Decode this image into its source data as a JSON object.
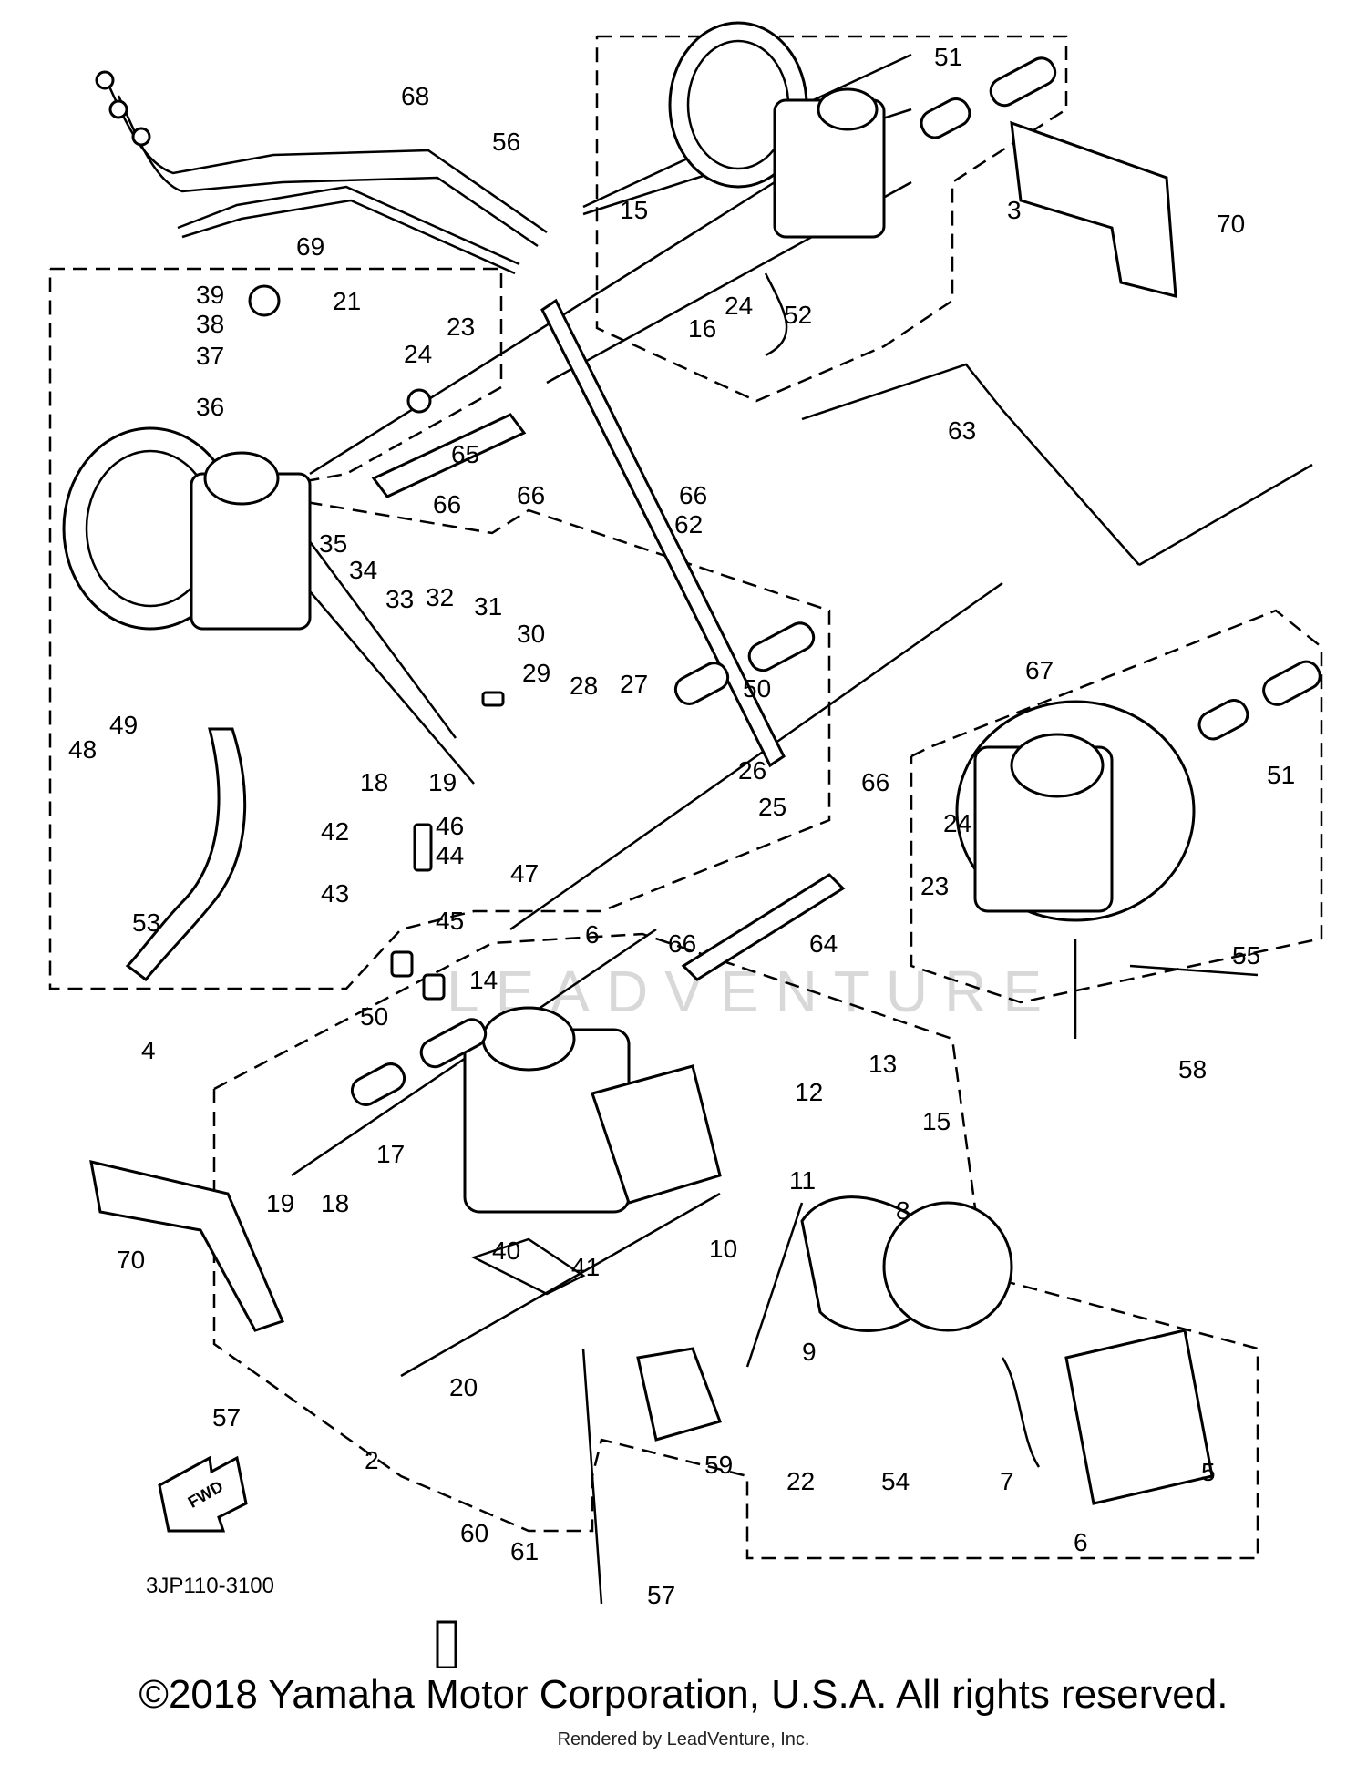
{
  "diagram_code": "3JP110-3100",
  "fwd_label": "FWD",
  "watermark": "LEADVENTURE",
  "copyright": "©2018 Yamaha Motor Corporation, U.S.A. All rights reserved.",
  "rendered_by": "Rendered by LeadVenture, Inc.",
  "callouts": [
    "68",
    "69",
    "56",
    "51",
    "70",
    "15",
    "3",
    "16",
    "24",
    "52",
    "39",
    "38",
    "21",
    "23",
    "37",
    "24",
    "36",
    "66",
    "65",
    "66",
    "66",
    "62",
    "63",
    "35",
    "34",
    "33",
    "32",
    "31",
    "30",
    "29",
    "28",
    "27",
    "50",
    "67",
    "51",
    "48",
    "49",
    "18",
    "19",
    "26",
    "25",
    "66",
    "24",
    "23",
    "42",
    "46",
    "44",
    "43",
    "45",
    "47",
    "6",
    "64",
    "53",
    "66",
    "55",
    "4",
    "14",
    "50",
    "13",
    "12",
    "58",
    "15",
    "17",
    "11",
    "8",
    "19",
    "18",
    "70",
    "40",
    "41",
    "10",
    "9",
    "20",
    "57",
    "22",
    "54",
    "7",
    "5",
    "2",
    "59",
    "60",
    "61",
    "6",
    "57"
  ]
}
